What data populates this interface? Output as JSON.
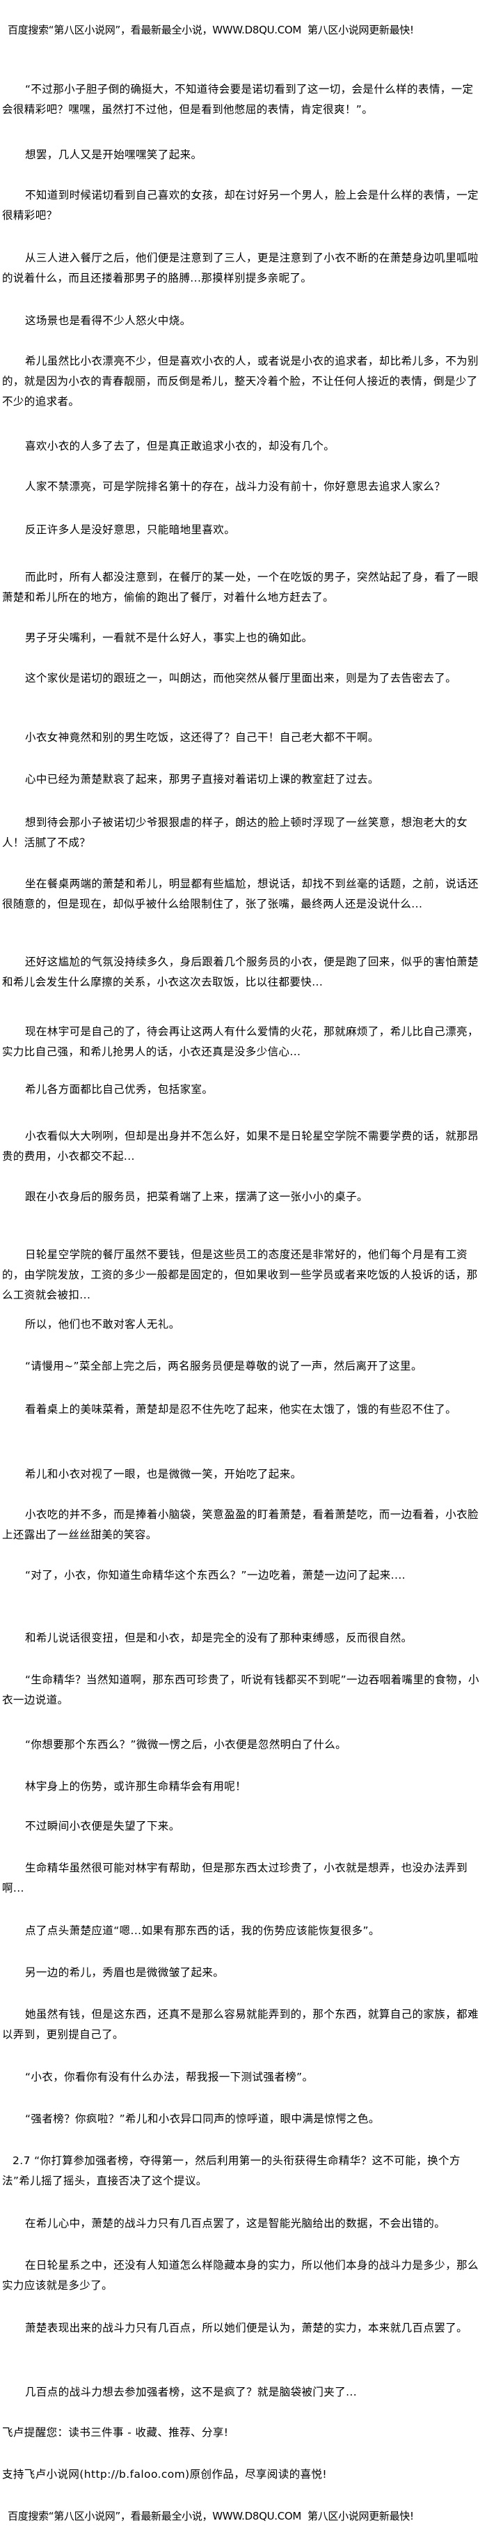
{
  "header_ad": "百度搜索“第八区小说网”，看最新最全小说，WWW.D8QU.COM  第八区小说网更新最快!",
  "paragraphs": [
    "“不过那小子胆子倒的确挺大，不知道待会要是诺切看到了这一切，会是什么样的表情，一定会很精彩吧？嘿嘿，虽然打不过他，但是看到他憋屈的表情，肯定很爽！”。",
    "想罢，几人又是开始嘿嘿笑了起来。",
    "不知道到时候诺切看到自己喜欢的女孩，却在讨好另一个男人，脸上会是什么样的表情，一定很精彩吧？",
    "从三人进入餐厅之后，他们便是注意到了三人，更是注意到了小衣不断的在萧楚身边叽里呱啦的说着什么，而且还搂着那男子的胳膊...那摸样别提多亲昵了。",
    "这场景也是看得不少人怒火中烧。",
    "希儿虽然比小衣漂亮不少，但是喜欢小衣的人，或者说是小衣的追求者，却比希儿多，不为别的，就是因为小衣的青春靓丽，而反倒是希儿，整天冷着个脸，不让任何人接近的表情，倒是少了不少的追求者。",
    "喜欢小衣的人多了去了，但是真正敢追求小衣的，却没有几个。",
    "人家不禁漂亮，可是学院排名第十的存在，战斗力没有前十，你好意思去追求人家么？",
    "反正许多人是没好意思，只能暗地里喜欢。",
    "而此时，所有人都没注意到，在餐厅的某一处，一个在吃饭的男子，突然站起了身，看了一眼萧楚和希儿所在的地方，偷偷的跑出了餐厅，对着什么地方赶去了。",
    "男子牙尖嘴利，一看就不是什么好人，事实上也的确如此。",
    "这个家伙是诺切的跟班之一，叫朗达，而他突然从餐厅里面出来，则是为了去告密去了。",
    "小衣女神竟然和别的男生吃饭，这还得了？自己干！自己老大都不干啊。",
    "心中已经为萧楚默哀了起来，那男子直接对着诺切上课的教室赶了过去。",
    "想到待会那小子被诺切少爷狠狠虐的样子，朗达的脸上顿时浮现了一丝笑意，想泡老大的女人！活腻了不成？",
    "坐在餐桌两端的萧楚和希儿，明显都有些尴尬，想说话，却找不到丝毫的话题，之前，说话还很随意的，但是现在，却似乎被什么给限制住了，张了张嘴，最终两人还是没说什么...",
    "还好这尴尬的气氛没持续多久，身后跟着几个服务员的小衣，便是跑了回来，似乎的害怕萧楚和希儿会发生什么摩擦的关系，小衣这次去取饭，比以往都要快...",
    "现在林宇可是自己的了，待会再让这两人有什么爱情的火花，那就麻烦了，希儿比自己漂亮，实力比自己强，和希儿抢男人的话，小衣还真是没多少信心...",
    "希儿各方面都比自己优秀，包括家室。",
    "小衣看似大大咧咧，但却是出身并不怎么好，如果不是日轮星空学院不需要学费的话，就那昂贵的费用，小衣都交不起...",
    "跟在小衣身后的服务员，把菜肴端了上来，摆满了这一张小小的桌子。",
    "日轮星空学院的餐厅虽然不要钱，但是这些员工的态度还是非常好的，他们每个月是有工资的，由学院发放，工资的多少一般都是固定的，但如果收到一些学员或者来吃饭的人投诉的话，那么工资就会被扣...",
    "所以，他们也不敢对客人无礼。",
    "“请慢用~”菜全部上完之后，两名服务员便是尊敬的说了一声，然后离开了这里。",
    "看着桌上的美味菜肴，萧楚却是忍不住先吃了起来，他实在太饿了，饿的有些忍不住了。",
    "希儿和小衣对视了一眼，也是微微一笑，开始吃了起来。",
    "小衣吃的并不多，而是捧着小脑袋，笑意盈盈的盯着萧楚，看着萧楚吃，而一边看着，小衣脸上还露出了一丝丝甜美的笑容。",
    "“对了，小衣，你知道生命精华这个东西么？”一边吃着，萧楚一边问了起来....",
    "和希儿说话很变扭，但是和小衣，却是完全的没有了那种束缚感，反而很自然。",
    "“生命精华？当然知道啊，那东西可珍贵了，听说有钱都买不到呢”一边吞咽着嘴里的食物，小衣一边说道。",
    "“你想要那个东西么？”微微一愣之后，小衣便是忽然明白了什么。",
    "林宇身上的伤势，或许那生命精华会有用呢！",
    "不过瞬间小衣便是失望了下来。",
    "生命精华虽然很可能对林宇有帮助，但是那东西太过珍贵了，小衣就是想弄，也没办法弄到啊...",
    "点了点头萧楚应道“嗯...如果有那东西的话，我的伤势应该能恢复很多”。",
    "另一边的希儿，秀眉也是微微皱了起来。",
    "她虽然有钱，但是这东西，还真不是那么容易就能弄到的，那个东西，就算自己的家族，都难以弄到，更别提自己了。",
    "“小衣，你看你有没有什么办法，帮我报一下测试强者榜”。",
    "“强者榜？你疯啦？”希儿和小衣异口同声的惊呼道，眼中满是惊愕之色。",
    "2.7  “你打算参加强者榜，夺得第一，然后利用第一的头衔获得生命精华？这不可能，换个方法”希儿摇了摇头，直接否决了这个提议。",
    "在希儿心中，萧楚的战斗力只有几百点罢了，这是智能光脑给出的数据，不会出错的。",
    "在日轮星系之中，还没有人知道怎么样隐藏本身的实力，所以他们本身的战斗力是多少，那么实力应该就是多少了。",
    "萧楚表现出来的战斗力只有几百点，所以她们便是认为，萧楚的实力，本来就几百点罢了。",
    "几百点的战斗力想去参加强者榜，这不是疯了？就是脑袋被门夹了..."
  ],
  "footer_notes": [
    "飞卢提醒您：读书三件事 - 收藏、推荐、分享!",
    "支持飞卢小说网(http://b.faloo.com)原创作品，尽享阅读的喜悦!"
  ],
  "footer_ad": "百度搜索“第八区小说网”，看最新最全小说，WWW.D8QU.COM  第八区小说网更新最快!"
}
